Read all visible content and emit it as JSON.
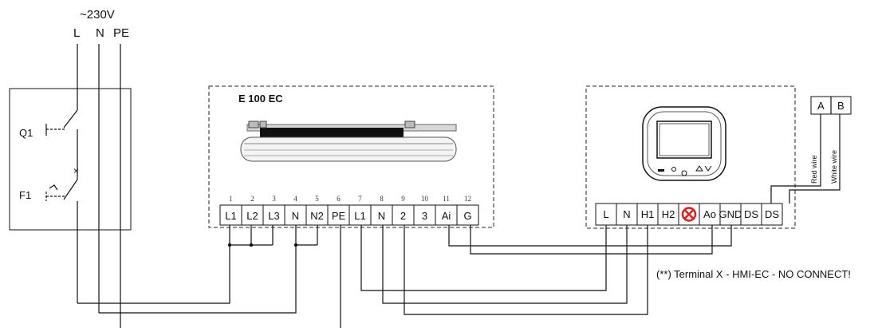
{
  "supply": {
    "voltage": "~230V",
    "lines": [
      "L",
      "N",
      "PE"
    ]
  },
  "breaker_panel": {
    "q1_label": "Q1",
    "f1_label": "F1"
  },
  "heater_unit": {
    "title": "E 100 EC",
    "terminals": [
      {
        "num": "1",
        "label": "L1"
      },
      {
        "num": "2",
        "label": "L2"
      },
      {
        "num": "3",
        "label": "L3"
      },
      {
        "num": "4",
        "label": "N"
      },
      {
        "num": "5",
        "label": "N2"
      },
      {
        "num": "6",
        "label": "PE"
      },
      {
        "num": "7",
        "label": "L1"
      },
      {
        "num": "8",
        "label": "N"
      },
      {
        "num": "9",
        "label": "2"
      },
      {
        "num": "10",
        "label": "3"
      },
      {
        "num": "11",
        "label": "Ai"
      },
      {
        "num": "12",
        "label": "G"
      }
    ]
  },
  "controller": {
    "terminals": [
      "L",
      "N",
      "H1",
      "H2",
      "X",
      "Ao",
      "GND",
      "DS",
      "DS"
    ],
    "bus_terminals": [
      "A",
      "B"
    ],
    "red_wire_label": "Red wire",
    "white_wire_label": "White wire",
    "no_connect_color": "#e11d1d"
  },
  "note": "(**) Terminal X - HMI-EC - NO CONNECT!"
}
